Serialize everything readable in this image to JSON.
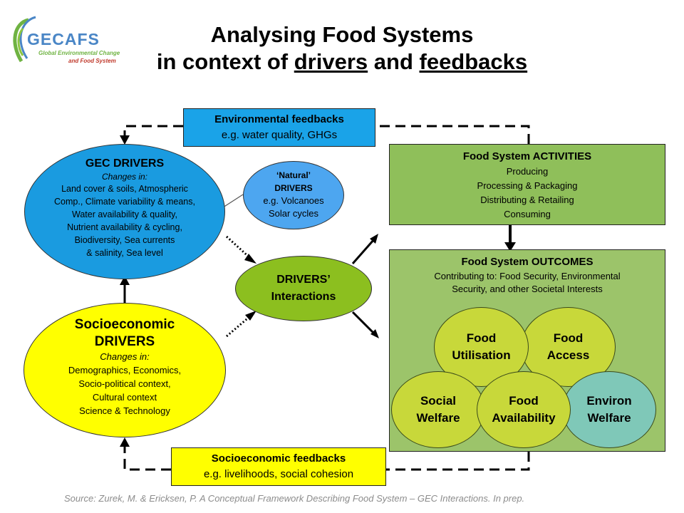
{
  "logo": {
    "name": "GECAFS",
    "line1": "Global Environmental Change",
    "line2": "and Food System"
  },
  "title": {
    "line1": "Analysing Food Systems",
    "line2_prefix": "in context of ",
    "line2_drivers": "drivers",
    "line2_and": " and ",
    "line2_feedbacks": "feedbacks"
  },
  "env_feedbacks": {
    "heading": "Environmental feedbacks",
    "text": "e.g. water quality, GHGs"
  },
  "socio_feedbacks": {
    "heading": "Socioeconomic feedbacks",
    "text": "e.g. livelihoods, social cohesion"
  },
  "gec_drivers": {
    "heading": "GEC DRIVERS",
    "subheading": "Changes in:",
    "lines": [
      "Land cover & soils, Atmospheric",
      "Comp., Climate variability & means,",
      "Water availability & quality,",
      "Nutrient availability & cycling,",
      "Biodiversity, Sea currents",
      "& salinity, Sea level"
    ]
  },
  "natural_drivers": {
    "line1": "‘Natural’",
    "line2": "DRIVERS",
    "line3": "e.g. Volcanoes",
    "line4": "Solar cycles"
  },
  "drivers_interactions": {
    "line1": "DRIVERS’",
    "line2": "Interactions"
  },
  "socio_drivers": {
    "heading1": "Socioeconomic",
    "heading2": "DRIVERS",
    "subheading": "Changes in:",
    "lines": [
      "Demographics, Economics,",
      "Socio-political context,",
      "Cultural context",
      "Science & Technology"
    ]
  },
  "activities": {
    "heading": "Food System ACTIVITIES",
    "items": [
      "Producing",
      "Processing & Packaging",
      "Distributing & Retailing",
      "Consuming"
    ]
  },
  "outcomes": {
    "heading": "Food System OUTCOMES",
    "line1": "Contributing to: Food Security, Environmental",
    "line2": "Security, and other Societal Interests",
    "utilisation": [
      "Food",
      "Utilisation"
    ],
    "access": [
      "Food",
      "Access"
    ],
    "social": [
      "Social",
      "Welfare"
    ],
    "availability": [
      "Food",
      "Availability"
    ],
    "environ": [
      "Environ",
      "Welfare"
    ]
  },
  "source": "Source: Zurek, M. & Ericksen, P. A Conceptual Framework Describing Food System – GEC Interactions. In prep.",
  "colors": {
    "title": "#000000",
    "feedback_box": "#1aa3e8",
    "gec": "#1a9be0",
    "natural": "#4da6f0",
    "interactions": "#8cbf1f",
    "socio": "#ffff00",
    "activities": "#8fbf5a",
    "outcomes": "#9cc46a",
    "utilisation": "#c8d83a",
    "access": "#c8d83a",
    "social": "#c8d83a",
    "availability": "#c8d83a",
    "environ": "#7fc8b8",
    "logo_green": "#6fb342",
    "logo_blue": "#4a86c6"
  }
}
